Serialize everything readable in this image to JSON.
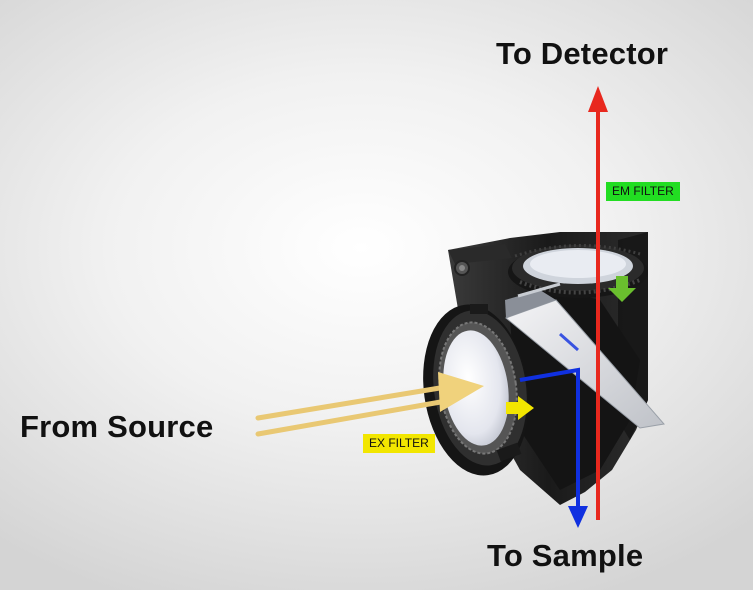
{
  "labels": {
    "to_detector": "To Detector",
    "from_source": "From Source",
    "to_sample": "To Sample",
    "em_filter": "EM FILTER",
    "ex_filter": "EX FILTER"
  },
  "colors": {
    "emission_beam": "#e8281e",
    "excitation_beam": "#1030e0",
    "source_beam": "#e9c873",
    "em_tag": "#22dd22",
    "ex_tag": "#f2e600",
    "housing": "#1e1e1e"
  },
  "icons": {
    "em_arrow": "arrow-down-icon",
    "ex_arrow": "arrow-right-icon"
  }
}
